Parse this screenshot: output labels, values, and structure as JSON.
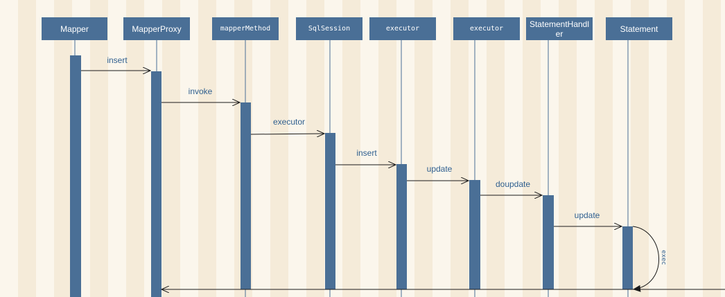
{
  "participants": [
    {
      "label": "Mapper"
    },
    {
      "label": "MapperProxy"
    },
    {
      "label": "mapperMethod"
    },
    {
      "label": "SqlSession"
    },
    {
      "label": "executor"
    },
    {
      "label": "executor"
    },
    {
      "label": "StatementHandler"
    },
    {
      "label": "Statement"
    }
  ],
  "messages": [
    {
      "from": "Mapper",
      "to": "MapperProxy",
      "label": "insert"
    },
    {
      "from": "MapperProxy",
      "to": "mapperMethod",
      "label": "invoke"
    },
    {
      "from": "mapperMethod",
      "to": "SqlSession",
      "label": "executor"
    },
    {
      "from": "SqlSession",
      "to": "executor",
      "label": "insert"
    },
    {
      "from": "executor",
      "to": "executor",
      "label": "update"
    },
    {
      "from": "executor",
      "to": "StatementHandler",
      "label": "doupdate"
    },
    {
      "from": "StatementHandler",
      "to": "Statement",
      "label": "update"
    }
  ],
  "self_message": {
    "on": "Statement",
    "label": "exec"
  },
  "return_message": {
    "to": "MapperProxy",
    "label": ""
  },
  "colors": {
    "box": "#4a6f96",
    "line": "#1a1a1a",
    "label": "#2f5f8f"
  }
}
